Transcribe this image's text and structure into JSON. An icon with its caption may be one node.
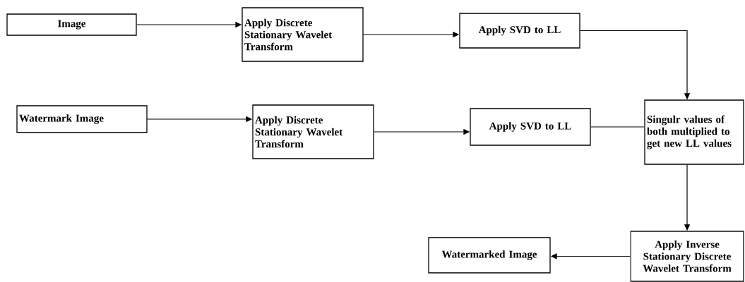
{
  "diagram": {
    "nodes": [
      {
        "text": [
          "Image"
        ]
      },
      {
        "text": [
          "Apply Discrete Stationary Wavelet Transform"
        ]
      },
      {
        "text": [
          "Apply SVD to LL"
        ]
      },
      {
        "text": [
          "Watermark Image"
        ]
      },
      {
        "text": [
          "Apply Discrete Stationary Wavelet Transform"
        ]
      },
      {
        "text": [
          "Apply SVD to LL"
        ]
      },
      {
        "text": [
          "Singulr values of both multiplied to get new LL values"
        ]
      },
      {
        "text": [
          "Apply Inverse Stationary Discrete Wavelet Transform"
        ]
      },
      {
        "text": [
          "Watermarked Image"
        ]
      }
    ],
    "edges": [
      {
        "from": 0,
        "to": 1,
        "arrow": "to"
      },
      {
        "from": 1,
        "to": 2,
        "arrow": "to"
      },
      {
        "from": 2,
        "to": 6,
        "arrow": "to"
      },
      {
        "from": 3,
        "to": 4,
        "arrow": "to"
      },
      {
        "from": 4,
        "to": 5,
        "arrow": "to"
      },
      {
        "from": 5,
        "to": 6,
        "arrow": "none"
      },
      {
        "from": 6,
        "to": 7,
        "arrow": "to"
      },
      {
        "from": 7,
        "to": 8,
        "arrow": "to"
      }
    ]
  }
}
